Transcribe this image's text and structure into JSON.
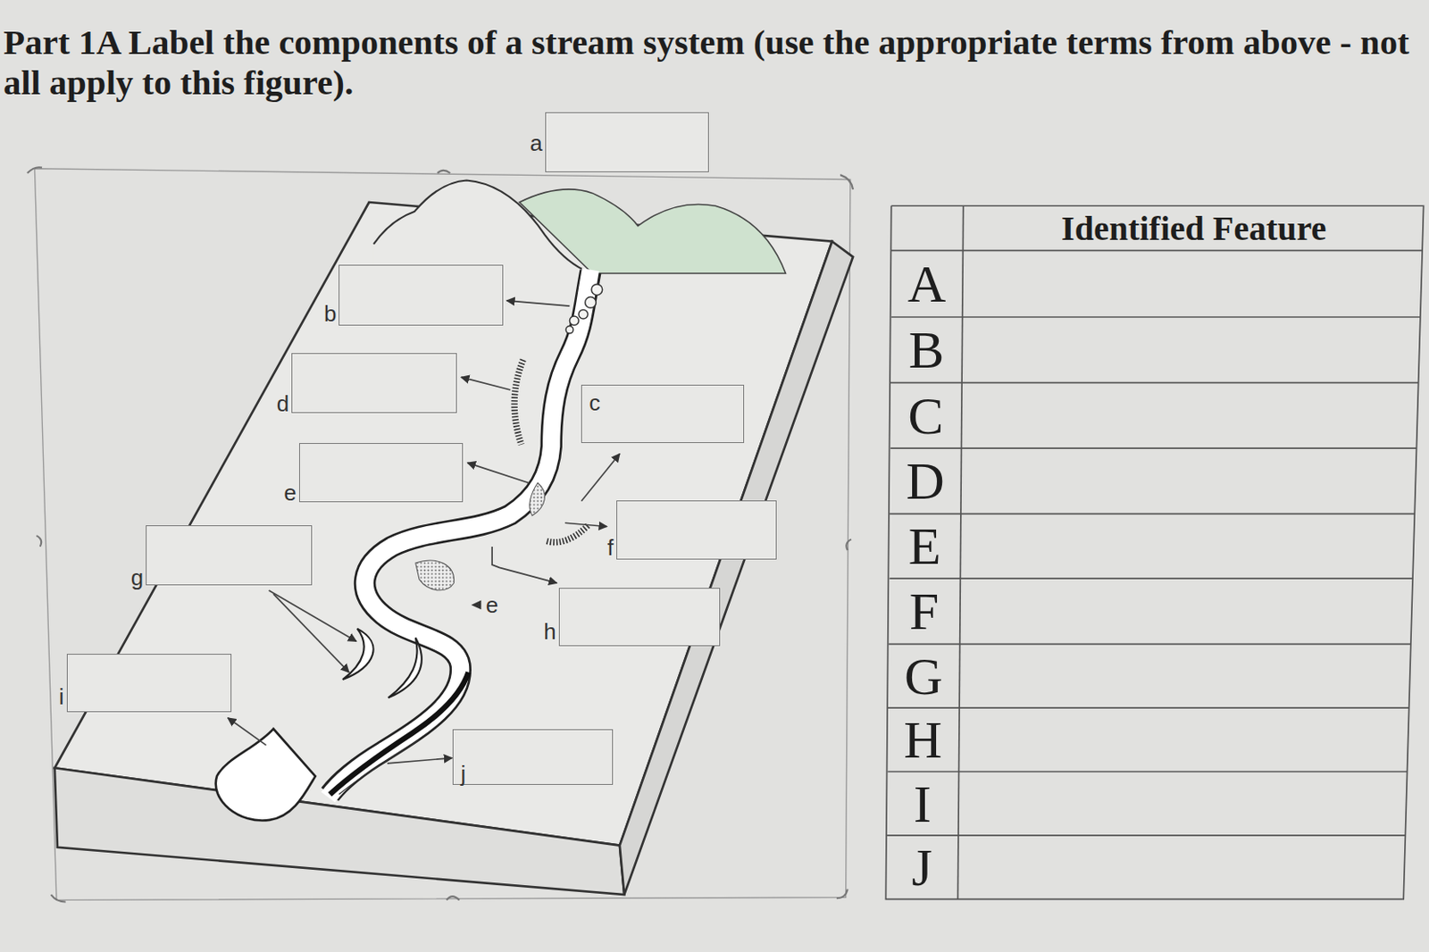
{
  "diagram": {
    "title": "Part 1A Label the components of a stream system (use the appropriate terms from above - not all apply to this figure).",
    "nodes": [
      {
        "text": [
          "a"
        ]
      },
      {
        "text": [
          "b"
        ]
      },
      {
        "text": [
          "d"
        ]
      },
      {
        "text": [
          "c"
        ]
      },
      {
        "text": [
          "e"
        ]
      },
      {
        "text": [
          "f"
        ]
      },
      {
        "text": [
          "g"
        ]
      },
      {
        "text": [
          "h"
        ]
      },
      {
        "text": [
          "i"
        ]
      },
      {
        "text": [
          "j"
        ]
      }
    ],
    "labels": [
      "e",
      "Identified Feature",
      "A",
      "B",
      "C",
      "D",
      "E",
      "F",
      "G",
      "H",
      "I",
      "J"
    ]
  }
}
